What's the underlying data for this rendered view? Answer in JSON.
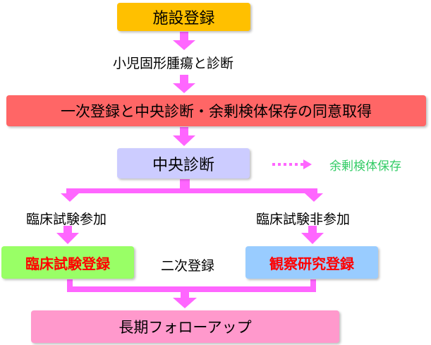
{
  "diagram": {
    "registration": "施設登録",
    "diagnosis_step": "小児固形腫瘍と診断",
    "primary_registration": "一次登録と中央診断・余剰検体保存の同意取得",
    "central_diagnosis": "中央診断",
    "specimen_storage": "余剰検体保存",
    "trial_participation": "臨床試験参加",
    "trial_non_participation": "臨床試験非参加",
    "trial_registration": "臨床試験登録",
    "secondary_registration": "二次登録",
    "observational_registration": "観察研究登録",
    "long_term_followup": "長期フォローアップ"
  },
  "colors": {
    "registration_box": "#ffc000",
    "primary_box": "#ff6666",
    "central_box": "#ccccff",
    "trial_box": "#99ff66",
    "observational_box": "#99ccff",
    "followup_box": "#ff99cc",
    "arrow": "#ff66ff",
    "specimen_text": "#33cc66",
    "highlight_text": "#ff0000"
  }
}
